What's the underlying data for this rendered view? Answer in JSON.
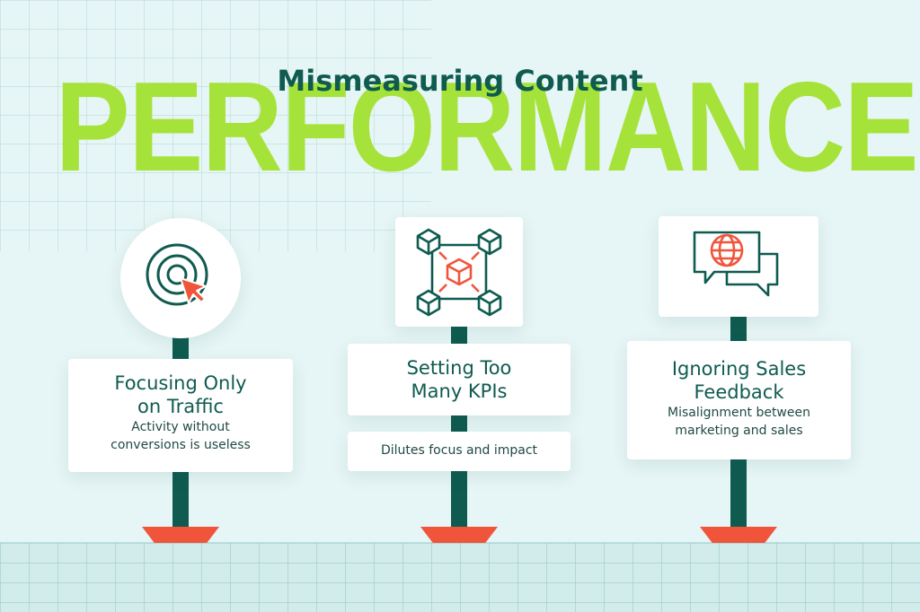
{
  "header": {
    "subtitle": "Mismeasuring Content",
    "title": "PERFORMANCE"
  },
  "colors": {
    "title_green": "#a6e33a",
    "dark_teal": "#0f5b50",
    "accent_red": "#f0553c",
    "background": "#e6f5f5"
  },
  "items": [
    {
      "icon": "target-cursor-icon",
      "title_line1": "Focusing Only",
      "title_line2": "on Traffic",
      "desc_line1": "Activity without",
      "desc_line2": "conversions is useless"
    },
    {
      "icon": "connected-cubes-icon",
      "title_line1": "Setting Too",
      "title_line2": "Many KPIs",
      "desc_line1": "Dilutes focus and impact"
    },
    {
      "icon": "globe-chat-icon",
      "title_line1": "Ignoring Sales",
      "title_line2": "Feedback",
      "desc_line1": "Misalignment between",
      "desc_line2": "marketing and sales"
    }
  ]
}
